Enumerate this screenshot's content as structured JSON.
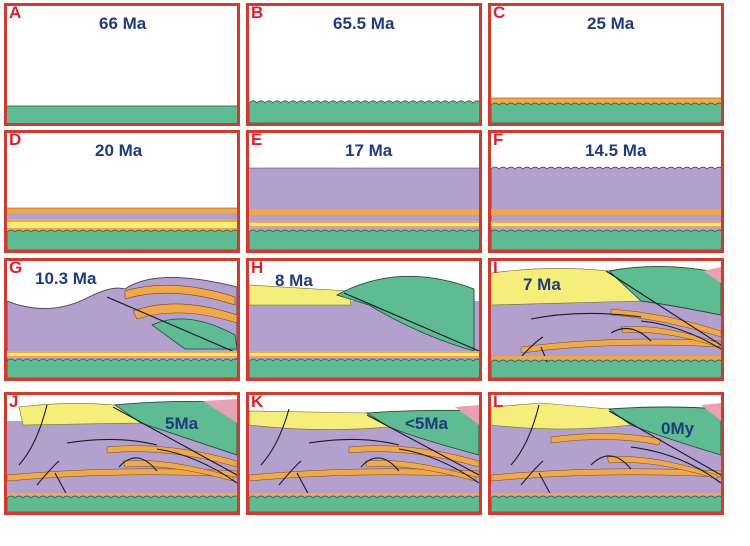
{
  "colors": {
    "border": "#d23a30",
    "letter": "#e0202a",
    "age_label": "#1e3d7a",
    "green_unit": "#5ebb92",
    "orange_unit": "#f0a84a",
    "yellow_unit": "#f6ee7a",
    "purple_unit": "#b3a0cc",
    "pink_unit": "#e8a0b4",
    "fault_line": "#1a1a2a"
  },
  "panels": [
    {
      "letter": "A",
      "age": "66 Ma"
    },
    {
      "letter": "B",
      "age": "65.5 Ma"
    },
    {
      "letter": "C",
      "age": "25 Ma"
    },
    {
      "letter": "D",
      "age": "20 Ma"
    },
    {
      "letter": "E",
      "age": "17 Ma"
    },
    {
      "letter": "F",
      "age": "14.5 Ma"
    },
    {
      "letter": "G",
      "age": "10.3 Ma"
    },
    {
      "letter": "H",
      "age": "8 Ma"
    },
    {
      "letter": "I",
      "age": "7 Ma"
    },
    {
      "letter": "J",
      "age": "5Ma"
    },
    {
      "letter": "K",
      "age": "<5Ma"
    },
    {
      "letter": "L",
      "age": "0My"
    }
  ]
}
